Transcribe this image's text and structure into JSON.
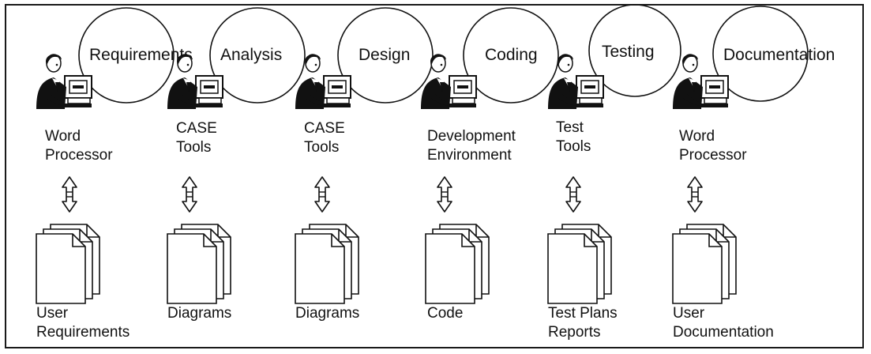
{
  "stages": [
    {
      "name": "Requirements",
      "tool": [
        "Word",
        "Processor"
      ],
      "output": [
        "User",
        "Requirements"
      ]
    },
    {
      "name": "Analysis",
      "tool": [
        "CASE",
        "Tools"
      ],
      "output": [
        "Diagrams"
      ]
    },
    {
      "name": "Design",
      "tool": [
        "CASE",
        "Tools"
      ],
      "output": [
        "Diagrams"
      ]
    },
    {
      "name": "Coding",
      "tool": [
        "Development",
        "Environment"
      ],
      "output": [
        "Code"
      ]
    },
    {
      "name": "Testing",
      "tool": [
        "Test",
        "Tools"
      ],
      "output": [
        "Test Plans",
        "Reports"
      ]
    },
    {
      "name": "Documentation",
      "tool": [
        "Word",
        "Processor"
      ],
      "output": [
        "User",
        "Documentation"
      ]
    }
  ]
}
